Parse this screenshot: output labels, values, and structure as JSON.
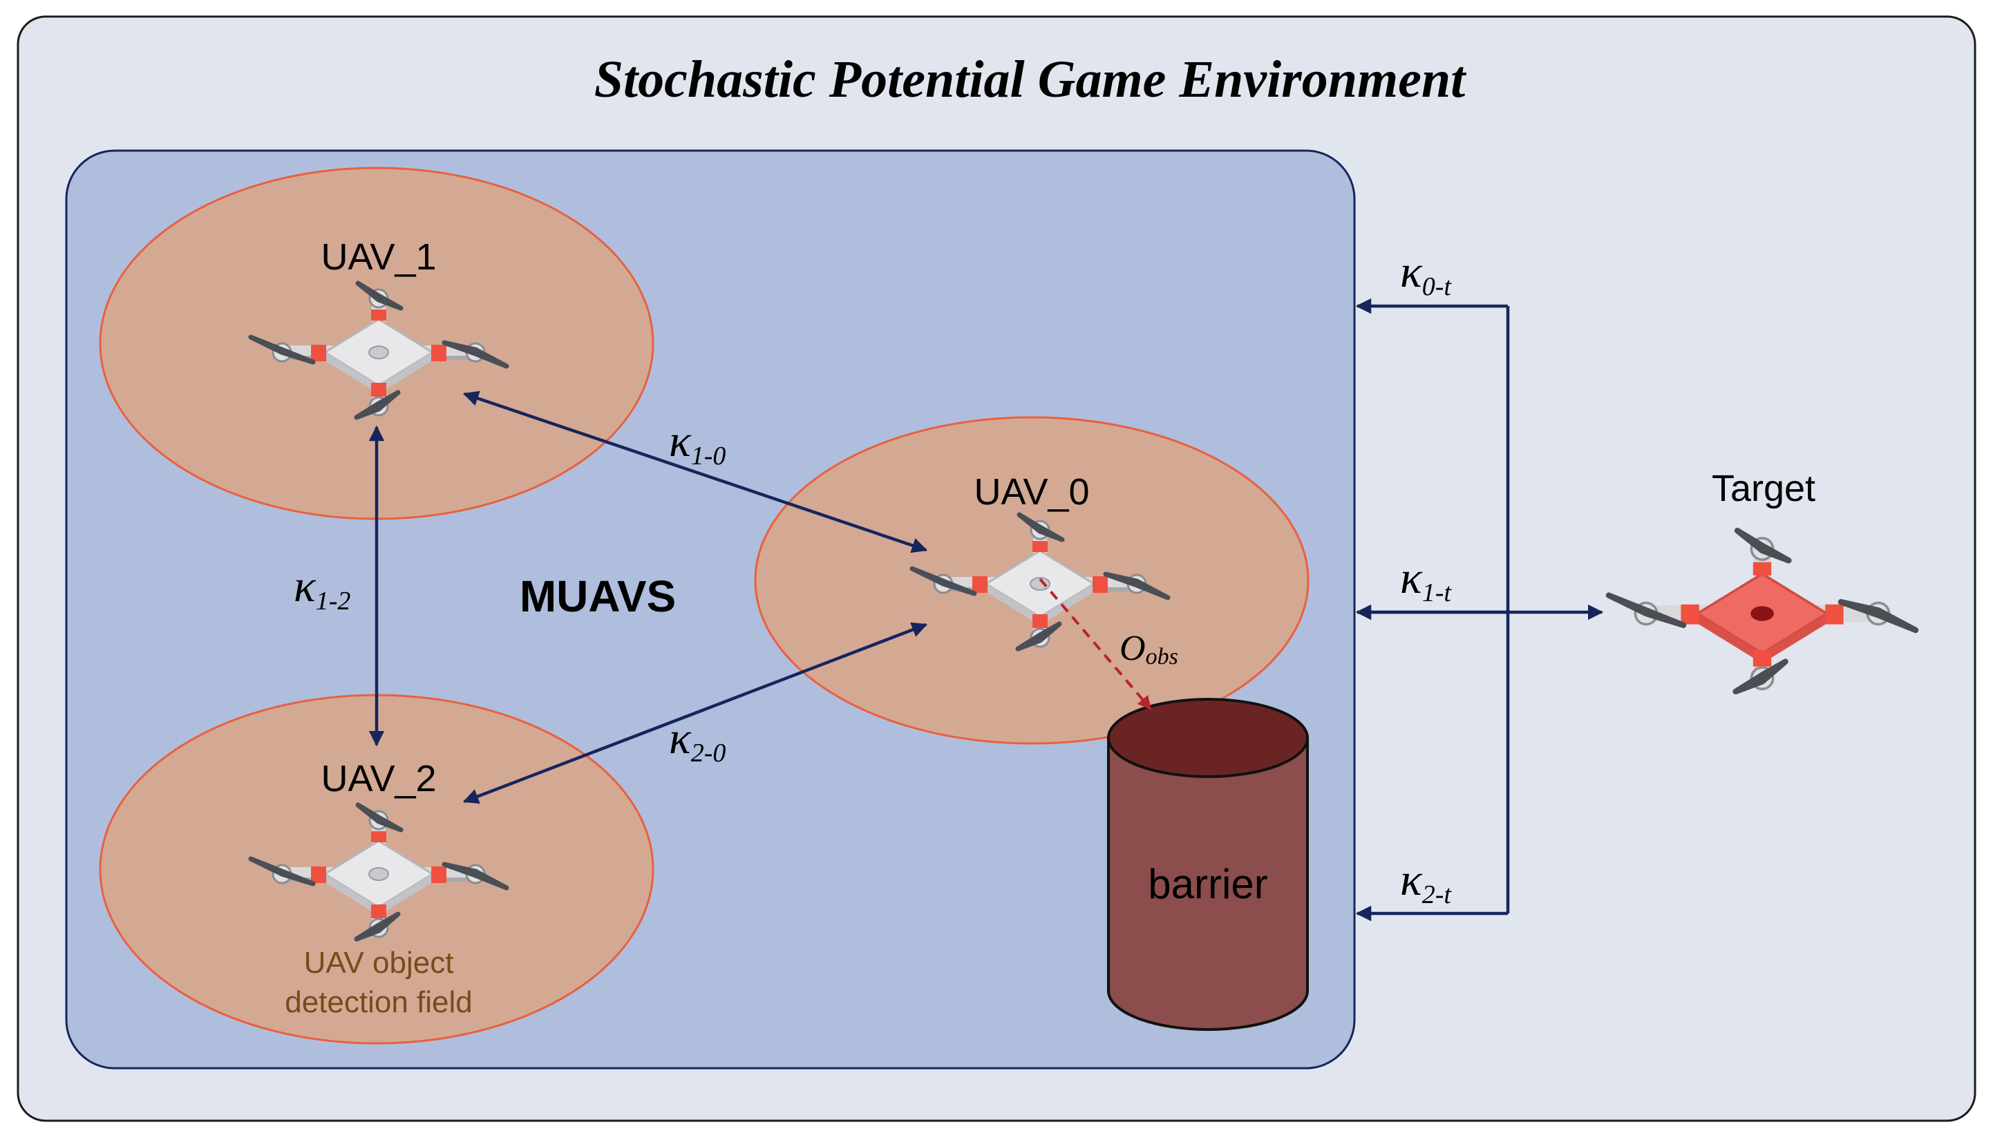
{
  "title": "Stochastic Potential Game Environment",
  "group_label": "MUAVS",
  "uavs": [
    {
      "label": "UAV_1"
    },
    {
      "label": "UAV_0"
    },
    {
      "label": "UAV_2"
    }
  ],
  "detection_field_note": [
    "UAV object",
    "detection field"
  ],
  "target_label": "Target",
  "barrier_label": "barrier",
  "observation": {
    "symbol": "O",
    "sub": "obs"
  },
  "links": [
    {
      "symbol": "κ",
      "sub": "1-0"
    },
    {
      "symbol": "κ",
      "sub": "1-2"
    },
    {
      "symbol": "κ",
      "sub": "2-0"
    },
    {
      "symbol": "κ",
      "sub": "0-t"
    },
    {
      "symbol": "κ",
      "sub": "1-t"
    },
    {
      "symbol": "κ",
      "sub": "2-t"
    }
  ],
  "colors": {
    "outer_bg": "#e1e5ee",
    "inner_bg": "#b0bedd",
    "field_fill": "#d3a994",
    "field_stroke": "#e9603e",
    "arrow": "#16255c",
    "obs_arrow": "#b8252a",
    "barrier_body": "#8c4d4d",
    "barrier_top": "#6a2424",
    "field_text": "#7a4a1a"
  }
}
